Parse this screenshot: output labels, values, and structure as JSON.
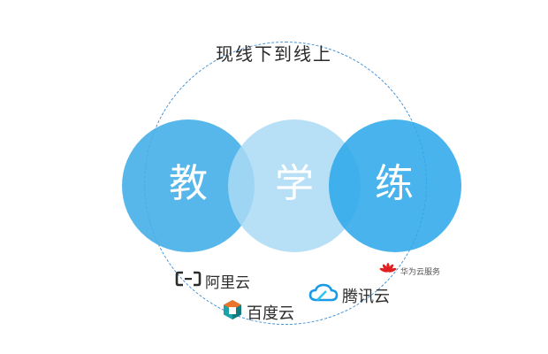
{
  "title": "现线下到线上",
  "circles": [
    {
      "label": "教",
      "color": "#46afe8"
    },
    {
      "label": "学",
      "color": "#aadaf4"
    },
    {
      "label": "练",
      "color": "#30a8ec"
    }
  ],
  "logos": {
    "aliyun": {
      "text": "阿里云",
      "icon": "aliyun-icon"
    },
    "baidu": {
      "text": "百度云",
      "icon": "baidu-cloud-icon"
    },
    "tencent": {
      "text": "腾讯云",
      "icon": "tencent-cloud-icon"
    },
    "huawei": {
      "text": "华为云服务",
      "icon": "huawei-icon"
    }
  },
  "colors": {
    "ring": "#3f8fd6",
    "huawei_red": "#e02020",
    "baidu_orange": "#e8752a",
    "baidu_teal": "#1aa3a8",
    "tencent_blue": "#1a9be6"
  }
}
